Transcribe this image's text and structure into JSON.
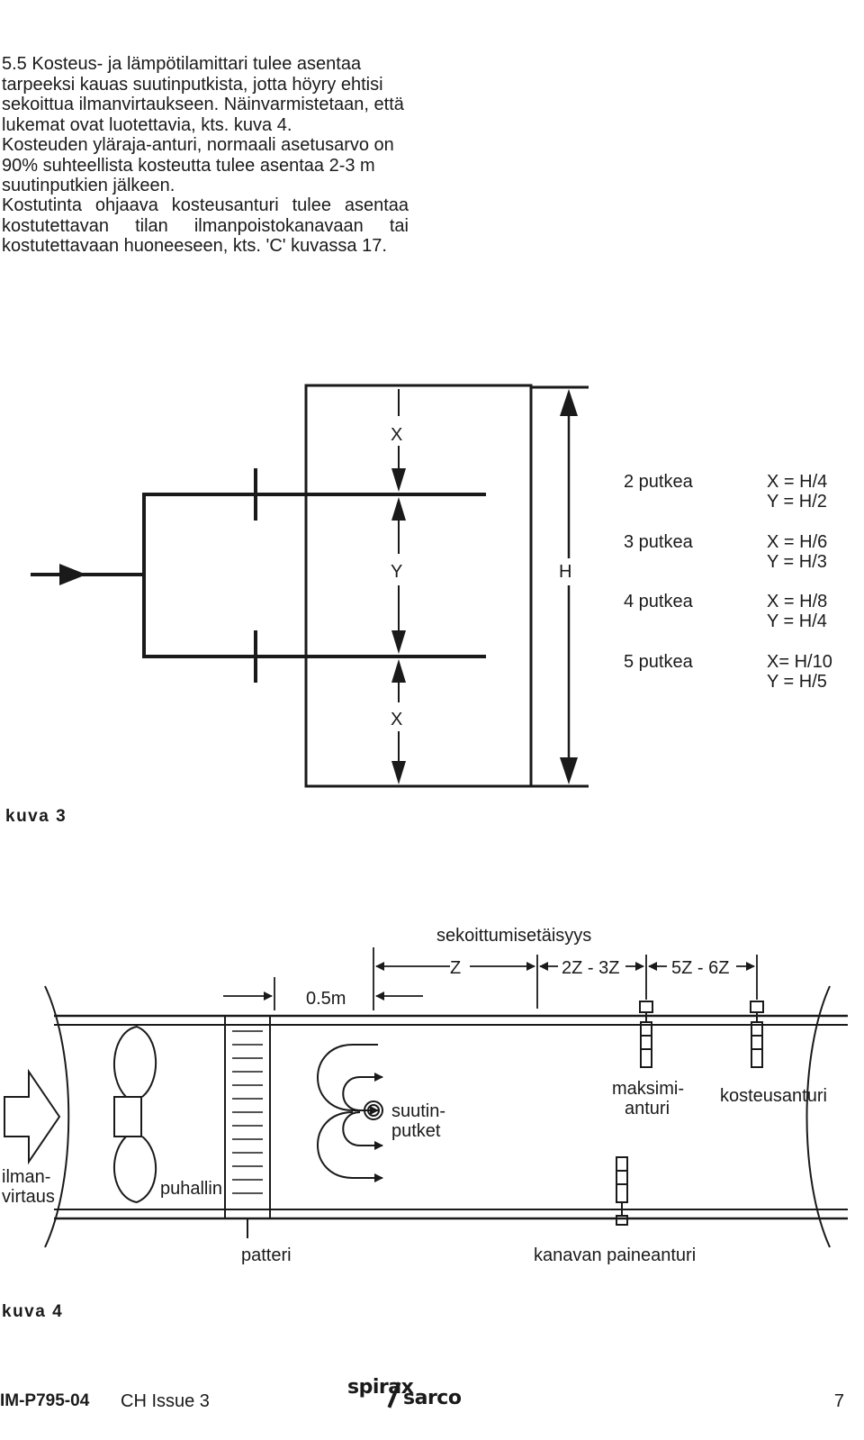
{
  "text": {
    "p1": "5.5 Kosteus- ja lämpötilamittari tulee asentaa tarpeeksi kauas suutinputkista, jotta höyry ehtisi sekoittua ilmanvirtaukseen. Näinvarmistetaan, että lukemat ovat luotettavia, kts. kuva 4.",
    "p2": "Kosteuden yläraja-anturi, normaali asetusarvo on 90% suhteellista kosteutta tulee asentaa 2-3 m suutinputkien jälkeen.",
    "p3": "Kostutinta ohjaava kosteusanturi tulee asentaa kostutettavan tilan ilmanpoistokanavaan tai kostutettavaan huoneeseen, kts. 'C' kuvassa 17."
  },
  "figure3": {
    "caption": "kuva 3",
    "label_x_top": "X",
    "label_y": "Y",
    "label_x_bottom": "X",
    "label_h": "H",
    "table": [
      {
        "count": "2 putkea",
        "x": "X = H/4",
        "y": "Y = H/2"
      },
      {
        "count": "3 putkea",
        "x": "X = H/6",
        "y": "Y = H/3"
      },
      {
        "count": "4 putkea",
        "x": "X = H/8",
        "y": "Y = H/4"
      },
      {
        "count": "5 putkea",
        "x": "X= H/10",
        "y": "Y = H/5"
      }
    ]
  },
  "figure4": {
    "caption": "kuva 4",
    "mixing_label": "sekoittumisetäisyys",
    "z": "Z",
    "z2": "2Z - 3Z",
    "z5": "5Z - 6Z",
    "dist": "0.5m",
    "nozzle_1": "suutin-",
    "nozzle_2": "putket",
    "max_1": "maksimi-",
    "max_2": "anturi",
    "humidity_sensor": "kosteusanturi",
    "airflow_1": "ilman-",
    "airflow_2": "virtaus",
    "fan": "puhallin",
    "coil": "patteri",
    "pressure_sensor": "kanavan paineanturi"
  },
  "footer": {
    "doc_code": "IM-P795-04",
    "issue": "CH Issue 3",
    "logo_word1": "spirax",
    "logo_word2": "sarco",
    "page": "7"
  }
}
